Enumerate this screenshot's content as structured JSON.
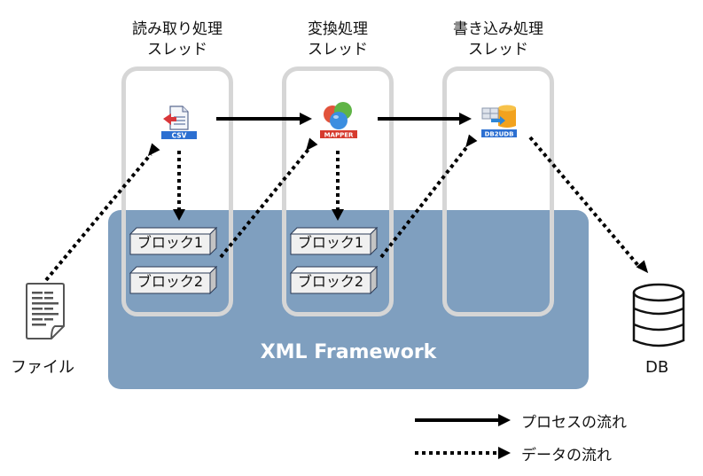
{
  "threads": [
    {
      "title_line1": "読み取り処理",
      "title_line2": "スレッド",
      "icon": "csv-reader-icon",
      "icon_caption": "CSV",
      "blocks": [
        "ブロック1",
        "ブロック2"
      ]
    },
    {
      "title_line1": "変換処理",
      "title_line2": "スレッド",
      "icon": "mapper-icon",
      "icon_caption": "MAPPER",
      "blocks": [
        "ブロック1",
        "ブロック2"
      ]
    },
    {
      "title_line1": "書き込み処理",
      "title_line2": "スレッド",
      "icon": "db-writer-icon",
      "icon_caption": "DB2UDB",
      "blocks": []
    }
  ],
  "framework": {
    "label": "XML Framework",
    "color": "#7f9fbf"
  },
  "source": {
    "label": "ファイル",
    "icon": "document-icon"
  },
  "target": {
    "label": "DB",
    "icon": "database-icon"
  },
  "legend": {
    "process_flow": "プロセスの流れ",
    "data_flow": "データの流れ"
  },
  "colors": {
    "thread_border": "#d6d6d6",
    "arrow": "#000000",
    "block_face": "#f0f0f0",
    "block_border": "#2b3a55"
  }
}
